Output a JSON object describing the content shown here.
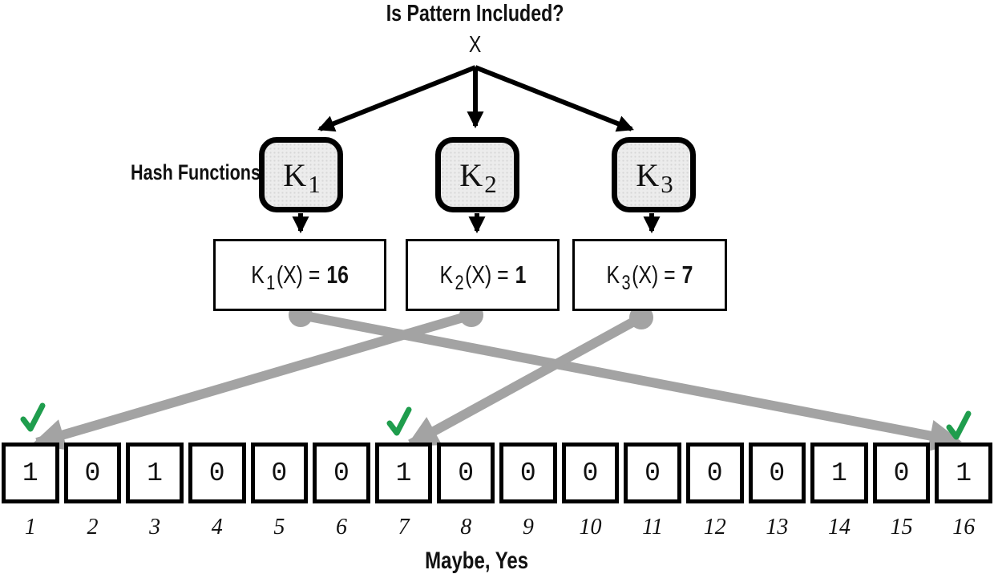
{
  "title": "Is Pattern Included?",
  "input": {
    "label": "X"
  },
  "hash_label": "Hash Functions",
  "hash_nodes": [
    {
      "letter": "K",
      "sub": "1"
    },
    {
      "letter": "K",
      "sub": "2"
    },
    {
      "letter": "K",
      "sub": "3"
    }
  ],
  "results": [
    {
      "letter": "K",
      "sub": "1",
      "arg": "(X) =",
      "value": "16"
    },
    {
      "letter": "K",
      "sub": "2",
      "arg": "(X) =",
      "value": "1"
    },
    {
      "letter": "K",
      "sub": "3",
      "arg": "(X) =",
      "value": "7"
    }
  ],
  "bit_array": {
    "values": [
      "1",
      "0",
      "1",
      "0",
      "0",
      "0",
      "1",
      "0",
      "0",
      "0",
      "0",
      "0",
      "0",
      "1",
      "0",
      "1"
    ],
    "indices": [
      "1",
      "2",
      "3",
      "4",
      "5",
      "6",
      "7",
      "8",
      "9",
      "10",
      "11",
      "12",
      "13",
      "14",
      "15",
      "16"
    ],
    "checked_indices": [
      1,
      7,
      16
    ]
  },
  "footer_label": "Maybe, Yes",
  "colors": {
    "check_green": "#1f9d4d",
    "connector_gray": "#a3a3a3",
    "node_fill": "#ececec",
    "ink_black": "#000000"
  }
}
